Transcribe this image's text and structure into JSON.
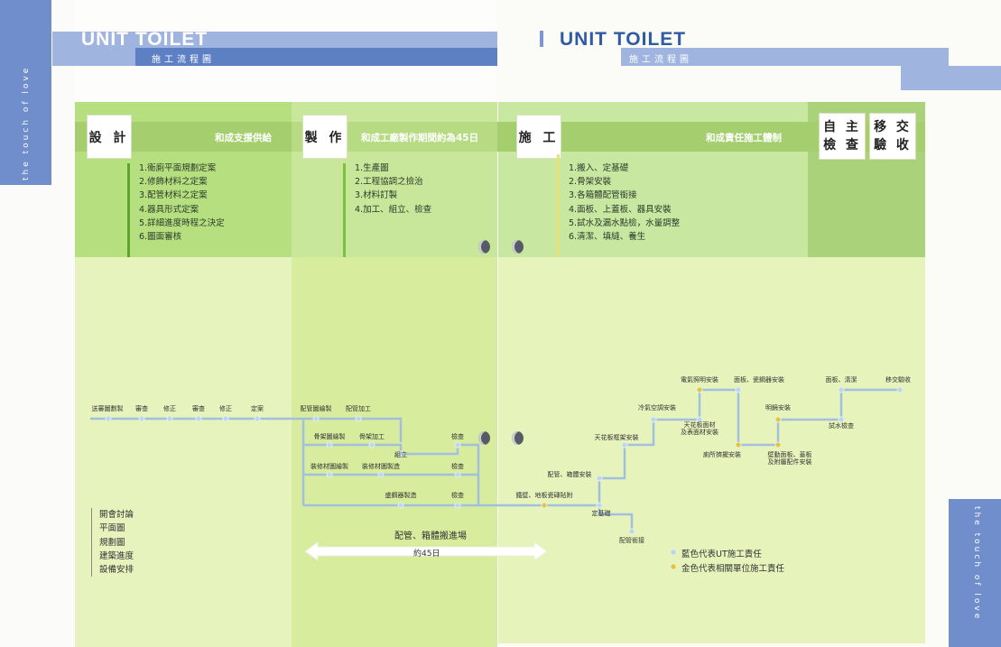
{
  "spine": {
    "text": "the touch of love"
  },
  "header": {
    "title_left": "UNIT TOILET",
    "subtitle_left": "施工流程圖",
    "title_right": "UNIT TOILET",
    "subtitle_right": "施工流程圖"
  },
  "phases": {
    "design": {
      "label": "設 計",
      "note": "和成支援供給"
    },
    "make": {
      "label": "製 作",
      "note": "和成工廠製作期間約為45日"
    },
    "build": {
      "label": "施 工",
      "note": "和成責任施工體制"
    },
    "inspect": {
      "label": "自 主\n檢 查"
    },
    "handover": {
      "label": "移 交\n驗 收"
    }
  },
  "lists": {
    "design": [
      "1.衛廁平面規劃定案",
      "2.修飾材料之定案",
      "3.配管材料之定案",
      "4.器具形式定案",
      "5.詳細進度時程之決定",
      "6.圖面審核"
    ],
    "make": [
      "1.生產圖",
      "2.工程協調之撿治",
      "3.材料訂製",
      "4.加工、組立、檢查"
    ],
    "build": [
      "1.搬入、定基礎",
      "2.骨架安裝",
      "3.各箱體配管銜接",
      "4.面板、上蓋板、器具安裝",
      "5.試水及漏水點檢，水量調整",
      "6.清潔、填縫、養生"
    ]
  },
  "flow_labels": {
    "n1": "送審圖劃製",
    "n2": "審查",
    "n3": "修正",
    "n4": "審查",
    "n5": "修正",
    "n6": "定案",
    "n7": "配管圖繪製",
    "n8": "配管加工",
    "n9": "骨架圖繪製",
    "n10": "骨架加工",
    "n11": "檢查",
    "n12": "組立",
    "n13": "裝修材圖繪製",
    "n14": "裝修材圖製造",
    "n15": "檢查",
    "n16": "盛鋼器製造",
    "n17": "檢查",
    "n18": "鐵壁、地板瓷磚貼附",
    "n19": "定基礎",
    "n20": "配管、箱體安裝",
    "n21": "配管銜接",
    "n22": "天花板框架安裝",
    "n23": "冷氣空調安裝",
    "n24": "天花板面材\n及表面材安裝",
    "n25": "電氣照明安裝",
    "n26": "面板、瓷鋼器安裝",
    "n27": "廁所擠擺安裝",
    "n28": "明鏡安裝",
    "n29": "壁動面板、蓋板\n及附屬配件安裝",
    "n30": "面板、清潔",
    "n31": "試水檢查",
    "n32": "移交驗收"
  },
  "side_list": [
    "開會討論",
    "平面圖",
    "規劃圖",
    "建築進度",
    "設備安排"
  ],
  "arrow": {
    "title": "配管、箱體搬進場",
    "label": "約45日"
  },
  "legend": {
    "blue": "藍色代表UT施工責任",
    "gold": "金色代表相關單位施工責任"
  },
  "colors": {
    "blue_line": "#a3bfe0",
    "gold_dot": "#e8c23a",
    "blue_dot": "#b9d6f2",
    "spine": "#6f8ecb"
  }
}
